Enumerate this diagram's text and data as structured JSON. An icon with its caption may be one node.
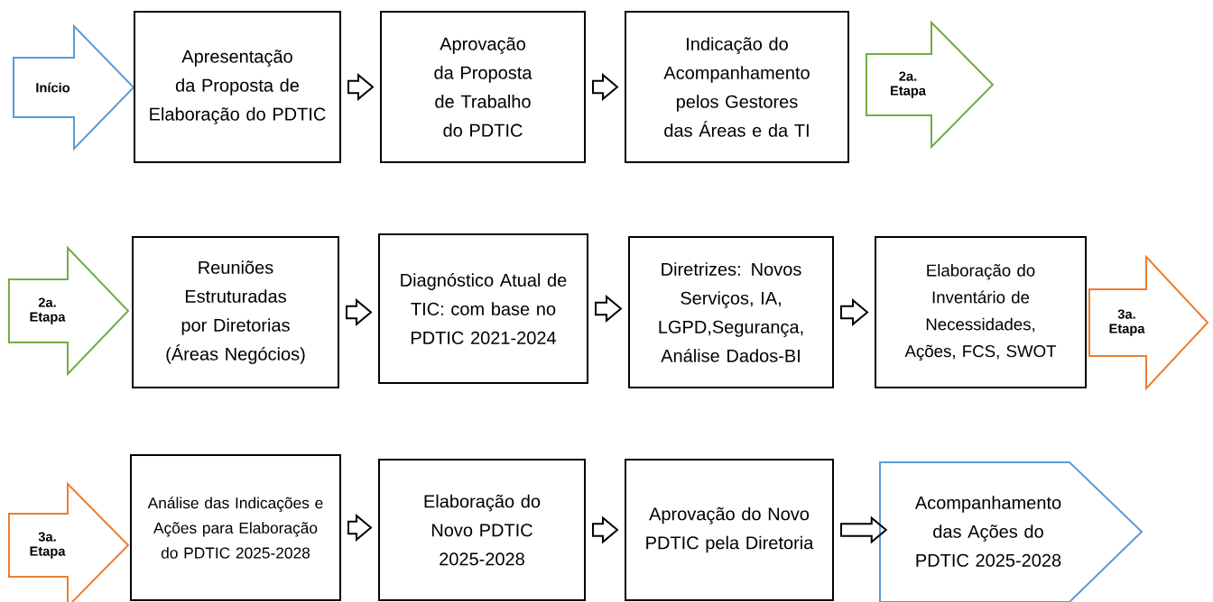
{
  "diagram": {
    "nodes": [
      {
        "text": [
          "Início"
        ]
      },
      {
        "text": [
          "Apresentação da Proposta de Elaboração do PDTIC"
        ]
      },
      {
        "text": [
          "Aprovação da Proposta de Trabalho do PDTIC"
        ]
      },
      {
        "text": [
          "Indicação do Acompanhamento pelos Gestores das Áreas e da TI"
        ]
      },
      {
        "text": [
          "2a. Etapa"
        ]
      },
      {
        "text": [
          "2a. Etapa"
        ]
      },
      {
        "text": [
          "Reuniões Estruturadas por Diretorias (Áreas Negócios)"
        ]
      },
      {
        "text": [
          "Diagnóstico Atual de TIC: com base no PDTIC 2021-2024"
        ]
      },
      {
        "text": [
          "Diretrizes: Novos Serviços, IA, LGPD,Segurança, Análise Dados-BI"
        ]
      },
      {
        "text": [
          "Elaboração do Inventário de Necessidades, Ações, FCS, SWOT"
        ]
      },
      {
        "text": [
          "3a. Etapa"
        ]
      },
      {
        "text": [
          "3a. Etapa"
        ]
      },
      {
        "text": [
          "Análise das Indicações e Ações para Elaboração do PDTIC 2025-2028"
        ]
      },
      {
        "text": [
          "Elaboração do Novo PDTIC 2025-2028"
        ]
      },
      {
        "text": [
          "Aprovação do Novo PDTIC pela Diretoria"
        ]
      },
      {
        "text": [
          "Acompanhamento das Ações do PDTIC 2025-2028"
        ]
      }
    ],
    "edges": [
      {
        "from": 1,
        "to": 2,
        "arrow": "to"
      },
      {
        "from": 2,
        "to": 3,
        "arrow": "to"
      },
      {
        "from": 6,
        "to": 7,
        "arrow": "to"
      },
      {
        "from": 7,
        "to": 8,
        "arrow": "to"
      },
      {
        "from": 8,
        "to": 9,
        "arrow": "to"
      },
      {
        "from": 12,
        "to": 13,
        "arrow": "to"
      },
      {
        "from": 13,
        "to": 14,
        "arrow": "to"
      },
      {
        "from": 14,
        "to": 15,
        "arrow": "to"
      }
    ]
  }
}
